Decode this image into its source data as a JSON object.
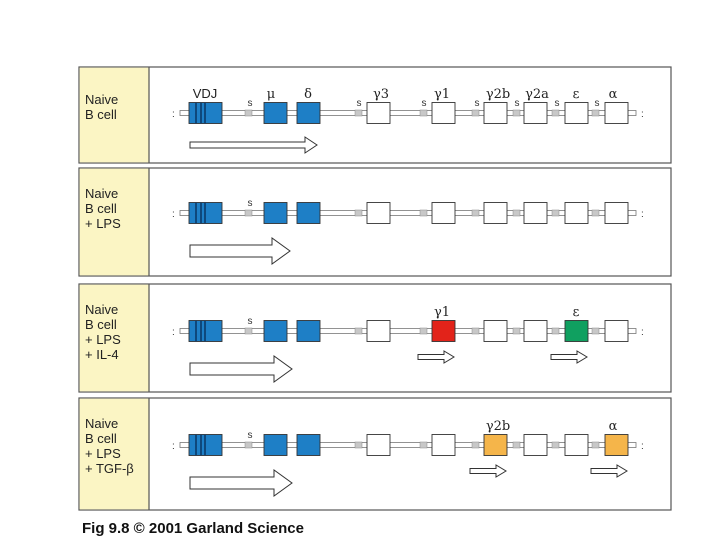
{
  "caption": "Fig 9.8  © 2001 Garland Science",
  "segments": [
    {
      "id": "vdj",
      "label": "VDJ"
    },
    {
      "id": "mu",
      "label": "μ"
    },
    {
      "id": "delta",
      "label": "δ"
    },
    {
      "id": "g3",
      "label": "γ3"
    },
    {
      "id": "g1",
      "label": "γ1"
    },
    {
      "id": "g2b",
      "label": "γ2b"
    },
    {
      "id": "g2a",
      "label": "γ2a"
    },
    {
      "id": "eps",
      "label": "ε"
    },
    {
      "id": "alpha",
      "label": "α"
    }
  ],
  "switch_label": "s",
  "colors": {
    "blue": "#1e7fc6",
    "red": "#e2231a",
    "green": "#10a060",
    "orange": "#f5b54a",
    "white": "#ffffff",
    "label_bg": "#fbf5c4",
    "switch": "#c8c8c8"
  },
  "panels": [
    {
      "label_lines": [
        "Naive",
        "B cell"
      ],
      "switch_s": [
        "mu",
        "g3",
        "g1",
        "g2b",
        "g2a",
        "eps",
        "alpha"
      ],
      "gene_labels": [
        "vdj",
        "mu",
        "delta",
        "g3",
        "g1",
        "g2b",
        "g2a",
        "eps",
        "alpha"
      ],
      "fills": {
        "vdj": "blue",
        "mu": "blue",
        "delta": "blue"
      },
      "arrows": [
        {
          "type": "thin",
          "from": "vdj",
          "to": "delta"
        }
      ]
    },
    {
      "label_lines": [
        "Naive",
        "B cell",
        "+ LPS"
      ],
      "switch_s": [
        "mu"
      ],
      "gene_labels": [],
      "fills": {
        "vdj": "blue",
        "mu": "blue",
        "delta": "blue"
      },
      "arrows": [
        {
          "type": "wide",
          "from": "vdj",
          "to": "mu"
        }
      ]
    },
    {
      "label_lines": [
        "Naive",
        "B cell",
        "+ LPS",
        "+ IL-4"
      ],
      "switch_s": [
        "mu"
      ],
      "gene_labels": [
        "g1",
        "eps"
      ],
      "fills": {
        "vdj": "blue",
        "mu": "blue",
        "delta": "blue",
        "g1": "red",
        "eps": "green"
      },
      "arrows": [
        {
          "type": "wide",
          "from": "vdj",
          "to": "delta"
        },
        {
          "type": "small",
          "at": "g1"
        },
        {
          "type": "small",
          "at": "eps"
        }
      ]
    },
    {
      "label_lines": [
        "Naive",
        "B cell",
        "+ LPS",
        "+ TGF-β"
      ],
      "switch_s": [
        "mu"
      ],
      "gene_labels": [
        "g2b",
        "alpha"
      ],
      "fills": {
        "vdj": "blue",
        "mu": "blue",
        "delta": "blue",
        "g2b": "orange",
        "alpha": "orange"
      },
      "arrows": [
        {
          "type": "wide",
          "from": "vdj",
          "to": "delta"
        },
        {
          "type": "small",
          "at": "g2b"
        },
        {
          "type": "small",
          "at": "alpha"
        }
      ]
    }
  ]
}
